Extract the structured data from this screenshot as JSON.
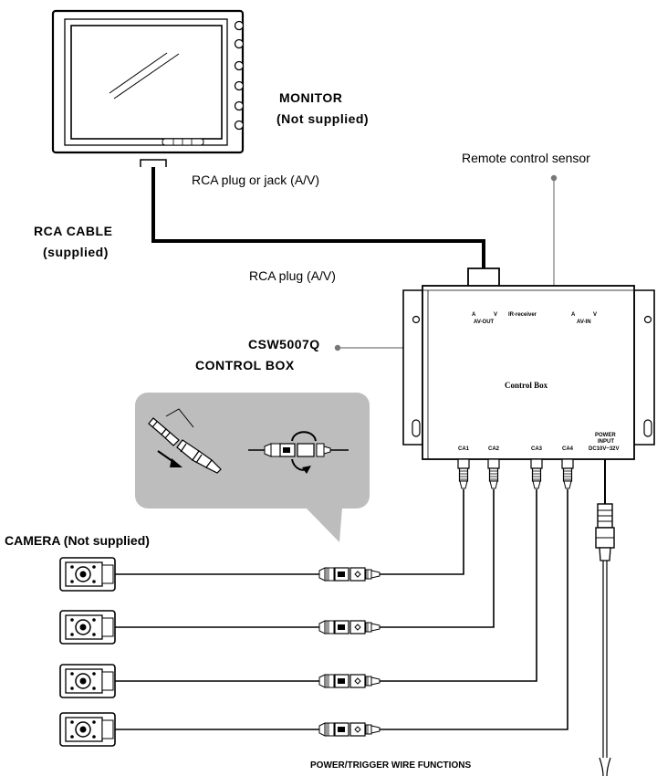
{
  "labels": {
    "monitor": "MONITOR",
    "monitor_note": "(Not supplied)",
    "rca_plug_or_jack": "RCA plug  or  jack  (A/V)",
    "remote_sensor": "Remote control sensor",
    "rca_cable": "RCA CABLE",
    "rca_cable_note": "(supplied)",
    "rca_plug": "RCA plug (A/V)",
    "control_box_model": "CSW5007Q",
    "control_box_name": "CONTROL BOX",
    "camera": "CAMERA (Not supplied)",
    "power_trigger": "POWER/TRIGGER WIRE FUNCTIONS"
  },
  "box_labels": {
    "a_left": "A",
    "v_left": "V",
    "av_out": "AV-OUT",
    "ir_receiver": "IR-receiver",
    "a_right": "A",
    "v_right": "V",
    "av_in": "AV-IN",
    "title": "Control Box",
    "ca1": "CA1",
    "ca2": "CA2",
    "ca3": "CA3",
    "ca4": "CA4",
    "power_line1": "POWER",
    "power_line2": "INPUT",
    "power_line3": "DC10V~32V"
  },
  "colors": {
    "line": "#000000",
    "leader": "#777777",
    "callout": "#bdbdbd"
  },
  "icons": [
    "monitor-icon",
    "control-box-icon",
    "camera-icon",
    "rca-connector-icon",
    "power-plug-icon",
    "rotate-arrow-icon"
  ]
}
